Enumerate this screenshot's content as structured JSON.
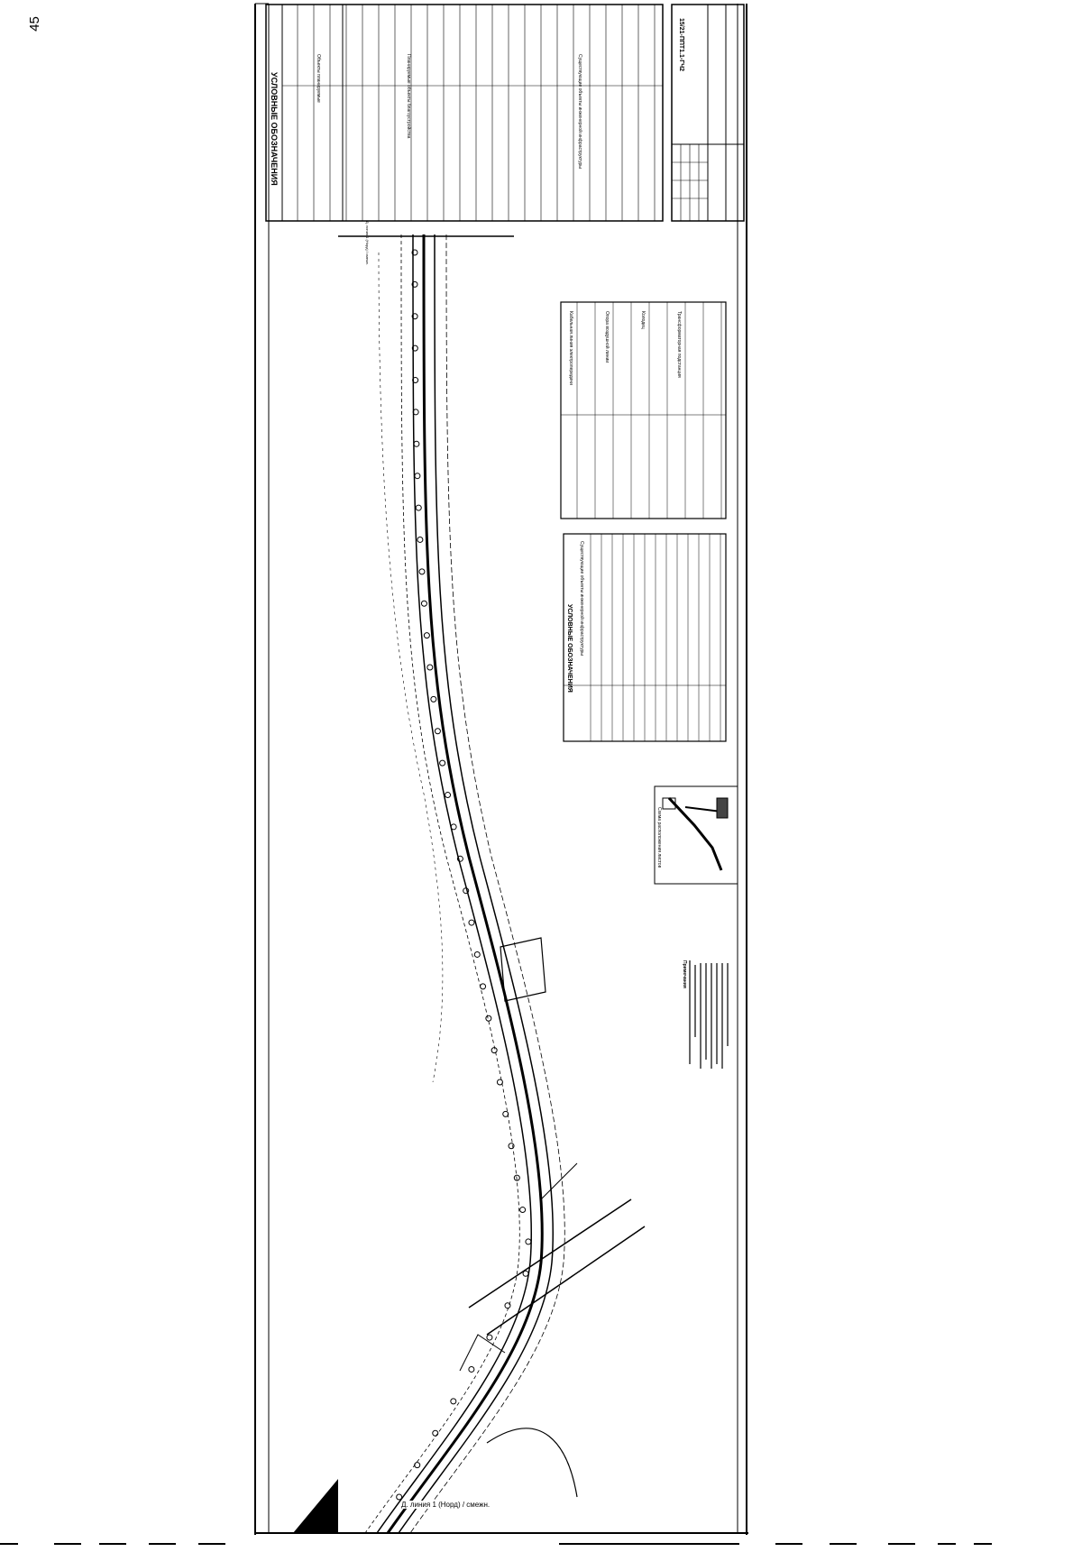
{
  "page_number": "45",
  "legend_main": {
    "title": "УСЛОВНЫЕ ОБОЗНАЧЕНИЯ",
    "section_1": "Объекты планируемые",
    "section_2": "Планируемые объекты благоустройства",
    "section_3": "Существующие объекты инженерной инфраструктуры"
  },
  "legend_center_1": {
    "rows": [
      "Кабельная линия электропередачи",
      "Опора воздушной линии",
      "Колодец",
      "Трансформаторная подстанция"
    ]
  },
  "legend_center_2": {
    "title": "УСЛОВНЫЕ ОБОЗНАЧЕНИЯ",
    "subtitle": "Существующие объекты инженерной инфраструктуры"
  },
  "scheme": {
    "title": "Схема расположения листов"
  },
  "notes": {
    "title": "Примечания"
  },
  "title_block": {
    "code": "15/21-ППТ1.1-ГЧ2"
  },
  "match_lines": {
    "top": "Д. линия 1 (Норд) / смежн.",
    "bottom": "Д. линия 1 (Норд) / смежн."
  }
}
